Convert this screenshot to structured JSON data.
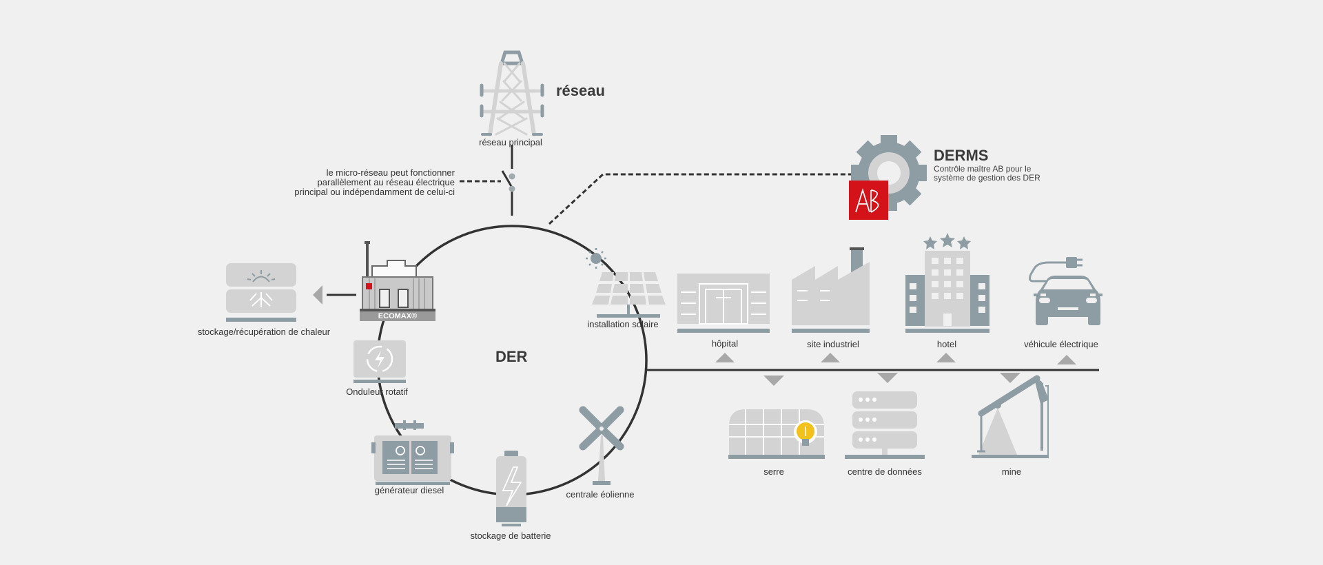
{
  "grid": {
    "title": "réseau",
    "main_label": "réseau principal",
    "note": [
      "le micro-réseau peut fonctionner",
      "parallèlement au réseau électrique",
      "principal ou indépendamment de celui-ci"
    ]
  },
  "derms": {
    "title": "DERMS",
    "subtitle": [
      "Contrôle maître AB pour le",
      "système de gestion des DER"
    ],
    "logo_text": "AB"
  },
  "der": {
    "title": "DER",
    "ecomax_label": "ECOMAX®",
    "heat_storage": "stockage/récupération de chaleur",
    "rotary_ups": "Onduleur rotatif",
    "diesel": "générateur diesel",
    "battery": "stockage de batterie",
    "wind": "centrale éolienne",
    "solar": "installation solaire"
  },
  "consumers": {
    "hospital": "hôpital",
    "industrial": "site industriel",
    "hotel": "hotel",
    "ev": "véhicule électrique",
    "greenhouse": "serre",
    "datacenter": "centre de données",
    "mine": "mine"
  },
  "colors": {
    "background": "#f0f0f0",
    "line": "#333333",
    "icon_dark": "#8e9ca3",
    "icon_light": "#d3d3d3",
    "accent_red": "#d3121a",
    "bulb_yellow": "#f2c21a"
  }
}
